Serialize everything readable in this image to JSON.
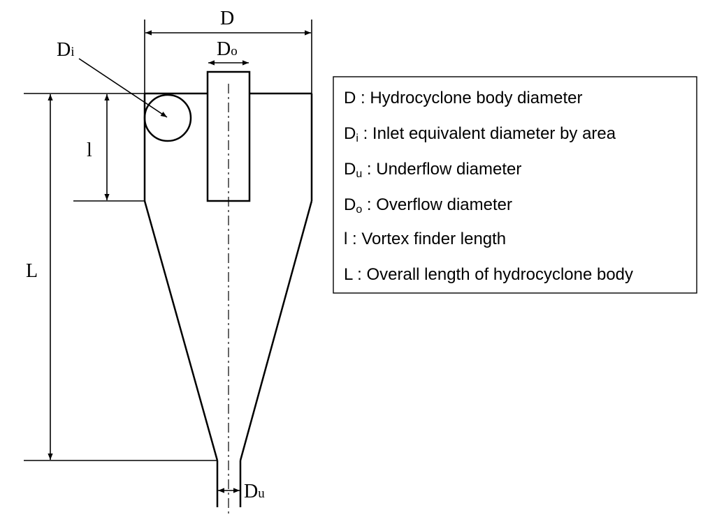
{
  "diagram": {
    "labels": {
      "D": {
        "main": "D",
        "sub": ""
      },
      "Di": {
        "main": "D",
        "sub": "i"
      },
      "Do": {
        "main": "D",
        "sub": "o"
      },
      "Du": {
        "main": "D",
        "sub": "u"
      },
      "l": {
        "main": "l",
        "sub": ""
      },
      "L": {
        "main": "L",
        "sub": ""
      }
    }
  },
  "legend": {
    "items": [
      {
        "main": "D",
        "sub": "",
        "text": " : Hydrocyclone body diameter"
      },
      {
        "main": "D",
        "sub": "i",
        "text": " : Inlet equivalent diameter by area"
      },
      {
        "main": "D",
        "sub": "u",
        "text": " : Underflow diameter"
      },
      {
        "main": "D",
        "sub": "o",
        "text": " : Overflow diameter"
      },
      {
        "main": "l",
        "sub": "",
        "text": " : Vortex finder length"
      },
      {
        "main": "L",
        "sub": "",
        "text": " : Overall length of hydrocyclone body"
      }
    ]
  }
}
